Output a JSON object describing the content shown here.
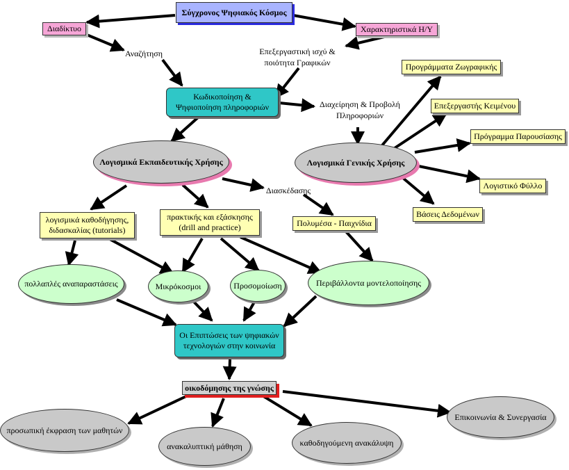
{
  "nodes": {
    "title": "Σύγχρονος Ψηφιακός Κόσμος",
    "internet": "Διαδίκτυο",
    "hw": "Χαρακτηριστικά Η/Υ",
    "encoding": "Κωδικοποίηση & Ψηφιοποίηση πληροφοριών",
    "edu_software": "Λογισμικά Εκπαιδευτικής Χρήσης",
    "general_software": "Λογισμικά Γενικής Χρήσης",
    "paint": "Προγράμματα Ζωγραφικής",
    "wordproc": "Επεξεργαστής Κειμένου",
    "presentation": "Πρόγραμμα Παρουσίασης",
    "spreadsheet": "Λογιστικό Φύλλο",
    "databases": "Βάσεις Δεδομένων",
    "tutorials": "λογισμικά καθοδήγησης, διδασκαλίας (tutorials)",
    "drill": "πρακτικής και εξάσκησης (drill and practice)",
    "multimedia": "Πολυμέσα - Παιχνίδια",
    "representations": "πολλαπλές αναπαραστάσεις",
    "microworlds": "Μικρόκοσμοι",
    "simulation": "Προσομοίωση",
    "modeling": "Περιβάλλοντα μοντελοποίησης",
    "impact": "Οι Επιπτώσεις των ψηφιακών τεχνολογιών στην κοινωνία",
    "knowledge": "οικοδόμησης της γνώσης",
    "expression": "προσωπική έκφραση των μαθητών",
    "discovery": "ανακαλυπτική μάθηση",
    "guided": "καθοδηγούμενη ανακάλυψη",
    "communication": "Επικοινωνία & Συνεργασία"
  },
  "labels": {
    "search": "Αναζήτηση",
    "processing": "Επεξεργαστική ισχύ & ποιότητα Γραφικών",
    "management": "Διαχείρηση & Προβολή Πληροφοριών",
    "entertainment": "Διασκέδασης"
  }
}
